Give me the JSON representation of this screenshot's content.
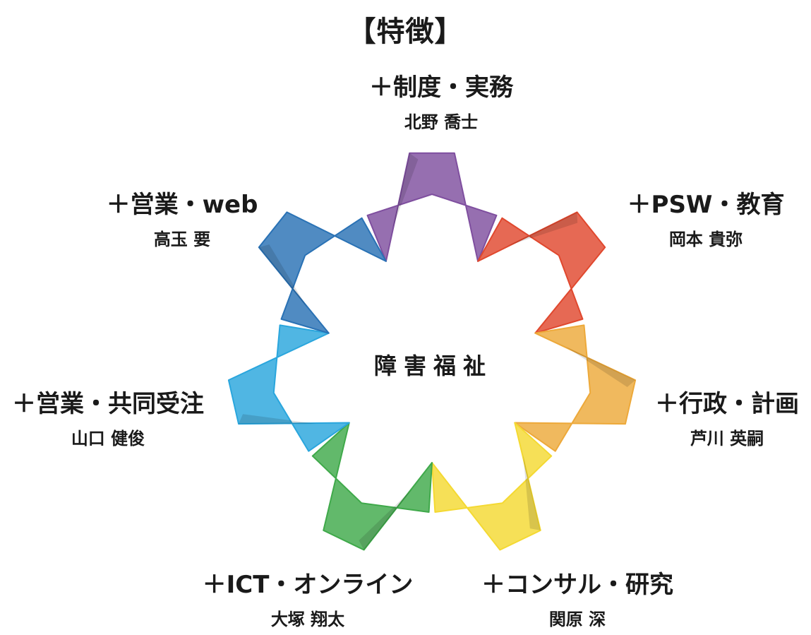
{
  "title": "【特徴】",
  "center": "障害福祉",
  "colors": {
    "purple": "#7f4f9f",
    "red": "#e0482e",
    "orange": "#eda93a",
    "yellow": "#f4d932",
    "green": "#3fa94a",
    "cyan": "#2aa6dd",
    "blue": "#2a72b5"
  },
  "roles": [
    {
      "role": "＋制度・実務",
      "person": "北野 喬士"
    },
    {
      "role": "＋PSW・教育",
      "person": "岡本 貴弥"
    },
    {
      "role": "＋行政・計画",
      "person": "芦川 英嗣"
    },
    {
      "role": "＋コンサル・研究",
      "person": "関原 深"
    },
    {
      "role": "＋ICT・オンライン",
      "person": "大塚 翔太"
    },
    {
      "role": "＋営業・共同受注",
      "person": "山口 健俊"
    },
    {
      "role": "＋営業・web",
      "person": "高玉 要"
    }
  ]
}
